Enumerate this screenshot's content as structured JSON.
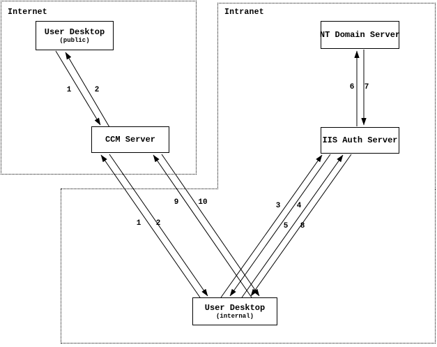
{
  "colors": {
    "background": "#ffffff",
    "line": "#000000",
    "text": "#000000"
  },
  "zones": {
    "internet": {
      "label": "Internet"
    },
    "intranet": {
      "label": "Intranet"
    }
  },
  "nodes": {
    "user_desktop_public": {
      "label": "User Desktop",
      "sublabel": "(public)"
    },
    "ccm_server": {
      "label": "CCM Server"
    },
    "nt_domain_server": {
      "label": "NT Domain Server"
    },
    "iis_auth_server": {
      "label": "IIS Auth Server"
    },
    "user_desktop_internal": {
      "label": "User Desktop",
      "sublabel": "(internal)"
    }
  },
  "flows": [
    {
      "step": "1",
      "from": "user_desktop_public",
      "to": "ccm_server"
    },
    {
      "step": "2",
      "from": "ccm_server",
      "to": "user_desktop_public"
    },
    {
      "step": "1",
      "from": "user_desktop_internal",
      "to": "ccm_server"
    },
    {
      "step": "2",
      "from": "ccm_server",
      "to": "user_desktop_internal"
    },
    {
      "step": "9",
      "from": "user_desktop_internal",
      "to": "ccm_server"
    },
    {
      "step": "10",
      "from": "ccm_server",
      "to": "user_desktop_internal"
    },
    {
      "step": "3",
      "from": "user_desktop_internal",
      "to": "iis_auth_server"
    },
    {
      "step": "4",
      "from": "iis_auth_server",
      "to": "user_desktop_internal"
    },
    {
      "step": "5",
      "from": "user_desktop_internal",
      "to": "iis_auth_server"
    },
    {
      "step": "8",
      "from": "iis_auth_server",
      "to": "user_desktop_internal"
    },
    {
      "step": "6",
      "from": "iis_auth_server",
      "to": "nt_domain_server"
    },
    {
      "step": "7",
      "from": "nt_domain_server",
      "to": "iis_auth_server"
    }
  ]
}
